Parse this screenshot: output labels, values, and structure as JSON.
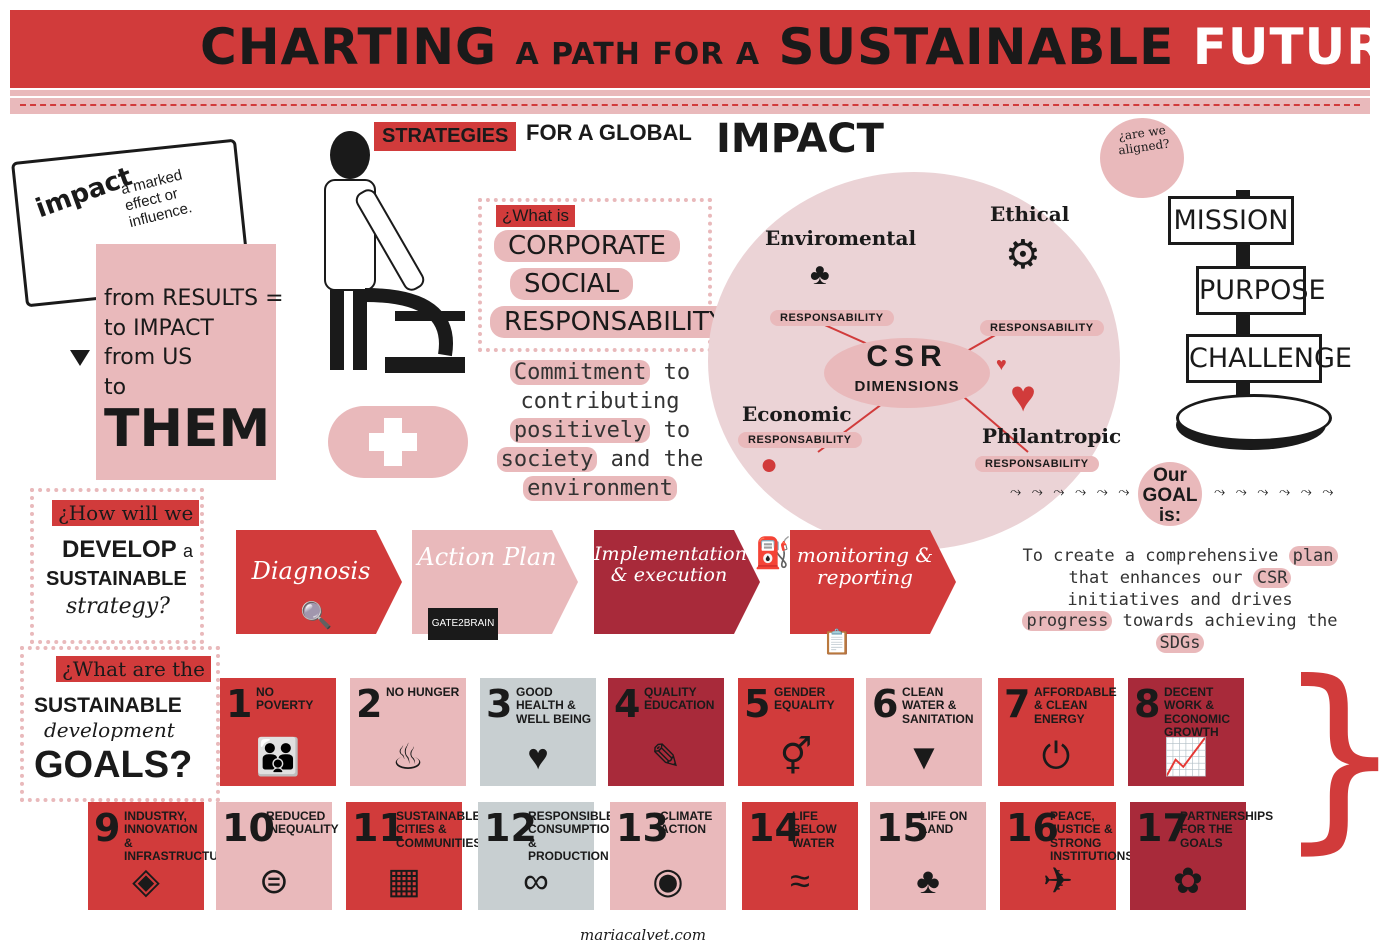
{
  "title": {
    "part1": "CHARTING",
    "part2": "A PATH FOR A",
    "part3": "SUSTAINABLE",
    "part4": "FUTURE"
  },
  "strategies": {
    "tag": "STRATEGIES",
    "rest": "FOR A GLOBAL",
    "impact": "IMPACT"
  },
  "impact_book": {
    "word": "impact",
    "definition": "a marked effect or influence."
  },
  "results": {
    "line1": "from RESULTS =",
    "line2": "to IMPACT",
    "line3": "from US",
    "line4_small": "to",
    "line4_big": "THEM"
  },
  "csr_question": {
    "q": "¿What is",
    "lines": [
      "CORPORATE",
      "SOCIAL",
      "RESPONSABILITY?"
    ]
  },
  "commitment": {
    "w1": "Commitment",
    "w2": "to",
    "w3": "contributing",
    "w4": "positively",
    "w5": "to",
    "w6": "society",
    "w7": "and the",
    "w8": "environment"
  },
  "csr_dimensions": {
    "title": "CSR",
    "subtitle": "DIMENSIONS",
    "items": [
      {
        "name": "Enviromental",
        "pill": "RESPONSABILITY"
      },
      {
        "name": "Ethical",
        "pill": "RESPONSABILITY"
      },
      {
        "name": "Economic",
        "pill": "RESPONSABILITY"
      },
      {
        "name": "Philantropic",
        "pill": "RESPONSABILITY"
      }
    ]
  },
  "aligned": "¿are we aligned?",
  "signs": [
    "MISSION",
    "PURPOSE",
    "CHALLENGE"
  ],
  "goal": {
    "title": "Our GOAL is:",
    "text_pre": "To create a comprehensive",
    "hl1": "plan",
    "text_mid": "that enhances our",
    "hl2": "CSR",
    "text_mid2": "initiatives and drives",
    "hl3": "progress",
    "text_mid3": "towards achieving the",
    "hl4": "SDGs"
  },
  "develop_q": {
    "q": "¿How will we",
    "l1": "DEVELOP",
    "l1b": "a",
    "l2": "SUSTAINABLE",
    "l3": "strategy?"
  },
  "steps": [
    "Diagnosis",
    "Action Plan",
    "Implementation & execution",
    "monitoring & reporting"
  ],
  "gate_label": "GATE2BRAIN",
  "sdg_q": {
    "q": "¿What are the",
    "l1": "SUSTAINABLE",
    "l2": "development",
    "l3": "GOALS?"
  },
  "sdgs": [
    {
      "num": "1",
      "label": "No Poverty",
      "color": "#d13b3b",
      "icon": "people-icon",
      "glyph": "👪"
    },
    {
      "num": "2",
      "label": "No Hunger",
      "color": "#e9b9bb",
      "icon": "bowl-icon",
      "glyph": "♨"
    },
    {
      "num": "3",
      "label": "Good Health & Well Being",
      "color": "#c8cfd1",
      "icon": "heartbeat-icon",
      "glyph": "♥"
    },
    {
      "num": "4",
      "label": "Quality Education",
      "color": "#a82a3a",
      "icon": "book-icon",
      "glyph": "✎"
    },
    {
      "num": "5",
      "label": "Gender Equality",
      "color": "#d13b3b",
      "icon": "gender-icon",
      "glyph": "⚥"
    },
    {
      "num": "6",
      "label": "Clean Water & Sanitation",
      "color": "#e9b9bb",
      "icon": "water-glass-icon",
      "glyph": "▼"
    },
    {
      "num": "7",
      "label": "Affordable & Clean Energy",
      "color": "#d13b3b",
      "icon": "power-icon",
      "glyph": "⏻"
    },
    {
      "num": "8",
      "label": "Decent Work & Economic Growth",
      "color": "#a82a3a",
      "icon": "growth-chart-icon",
      "glyph": "📈"
    },
    {
      "num": "9",
      "label": "Industry, Innovation & Infrastructure",
      "color": "#d13b3b",
      "icon": "cubes-icon",
      "glyph": "◈"
    },
    {
      "num": "10",
      "label": "Reduced Inequality",
      "color": "#e9b9bb",
      "icon": "equal-icon",
      "glyph": "⊜"
    },
    {
      "num": "11",
      "label": "Sustainable Cities & Communities",
      "color": "#d13b3b",
      "icon": "city-icon",
      "glyph": "▦"
    },
    {
      "num": "12",
      "label": "Responsible Consumption & Production",
      "color": "#c8cfd1",
      "icon": "infinity-icon",
      "glyph": "∞"
    },
    {
      "num": "13",
      "label": "Climate Action",
      "color": "#e9b9bb",
      "icon": "eye-icon",
      "glyph": "◉"
    },
    {
      "num": "14",
      "label": "Life Below Water",
      "color": "#d13b3b",
      "icon": "fish-icon",
      "glyph": "≈"
    },
    {
      "num": "15",
      "label": "Life on Land",
      "color": "#e9b9bb",
      "icon": "tree-icon",
      "glyph": "♣"
    },
    {
      "num": "16",
      "label": "Peace, Justice & Strong Institutions",
      "color": "#d13b3b",
      "icon": "dove-icon",
      "glyph": "✈"
    },
    {
      "num": "17",
      "label": "Partnerships for the Goals",
      "color": "#a82a3a",
      "icon": "rings-icon",
      "glyph": "✿"
    }
  ],
  "credit": "mariacalvet.com"
}
